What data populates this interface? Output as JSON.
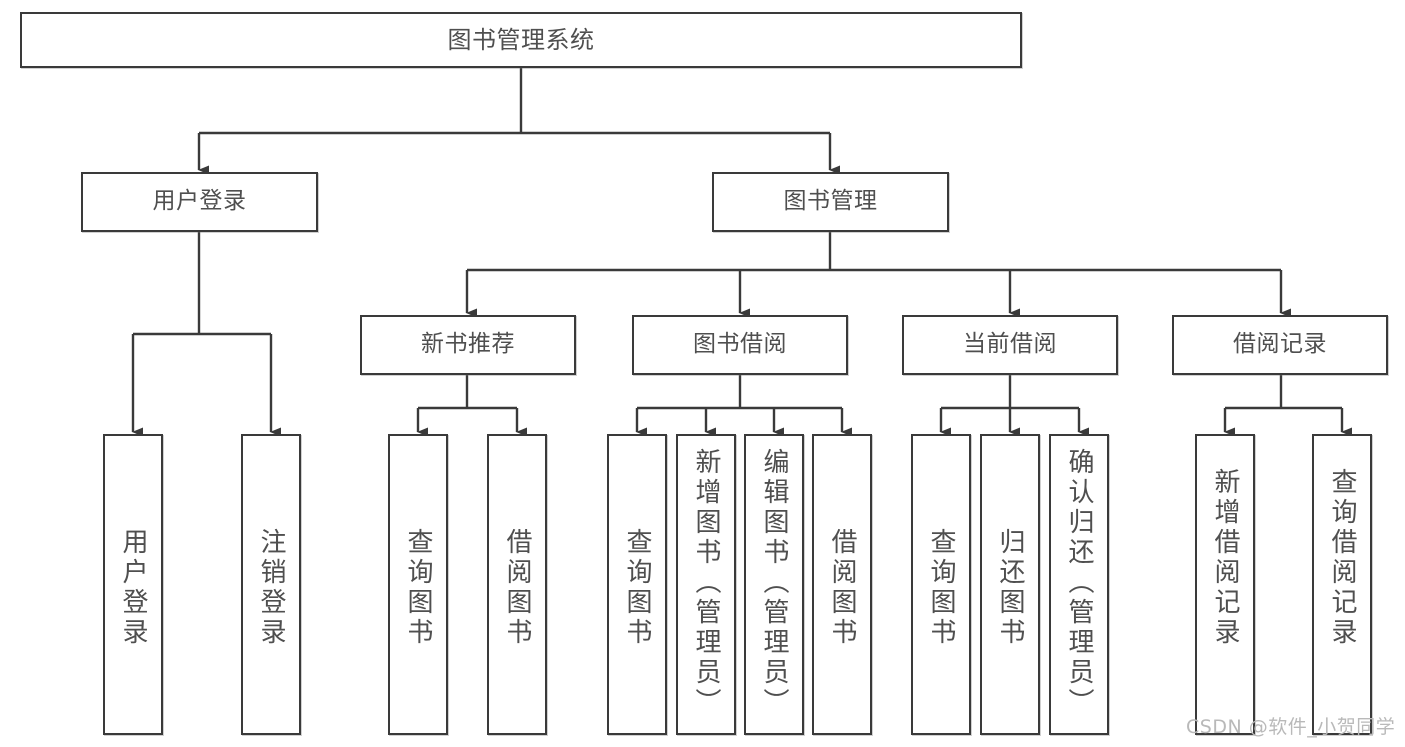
{
  "diagram": {
    "title": "图书管理系统",
    "type": "tree-hierarchy",
    "orientation": "top-down",
    "colors": {
      "stroke": "#3a3a3a",
      "text": "#4f4f4f",
      "background": "#ffffff",
      "watermark": "#b9b9b9"
    },
    "root": {
      "label": "图书管理系统"
    },
    "level2": [
      {
        "label": "用户登录"
      },
      {
        "label": "图书管理"
      }
    ],
    "level3": [
      {
        "label": "新书推荐"
      },
      {
        "label": "图书借阅"
      },
      {
        "label": "当前借阅"
      },
      {
        "label": "借阅记录"
      }
    ],
    "leaves": {
      "user_login": [
        {
          "label": "用户登录"
        },
        {
          "label": "注销登录"
        }
      ],
      "new_book_recommend": [
        {
          "label": "查询图书"
        },
        {
          "label": "借阅图书"
        }
      ],
      "book_borrow": [
        {
          "label": "查询图书"
        },
        {
          "label": "新增图书（管理员）"
        },
        {
          "label": "编辑图书（管理员）"
        },
        {
          "label": "借阅图书"
        }
      ],
      "current_borrow": [
        {
          "label": "查询图书"
        },
        {
          "label": "归还图书"
        },
        {
          "label": "确认归还（管理员）"
        }
      ],
      "borrow_record": [
        {
          "label": "新增借阅记录"
        },
        {
          "label": "查询借阅记录"
        }
      ]
    }
  },
  "watermark": {
    "text": "CSDN @软件_小贺同学"
  }
}
